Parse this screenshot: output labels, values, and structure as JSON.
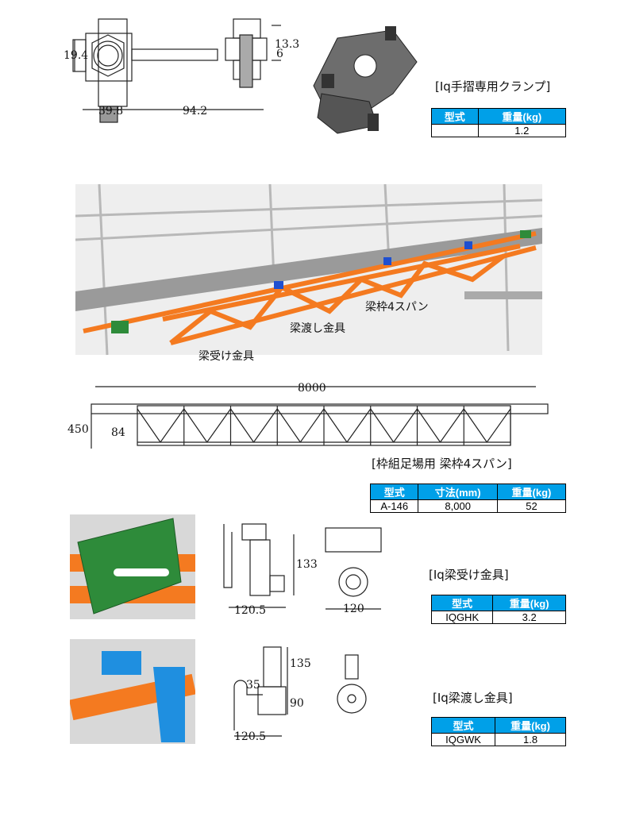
{
  "clamp": {
    "title": "[Iq手摺専用クランプ]",
    "dims": {
      "d1": "19.4",
      "d2": "13.3",
      "d3": "6",
      "d4": "39.8",
      "d5": "94.2"
    },
    "headers": [
      "型式",
      "重量(kg)"
    ],
    "row": [
      "",
      "1.2"
    ]
  },
  "photo": {
    "labels": {
      "beam_frame": "梁枠4スパン",
      "bridge_fitting": "梁渡し金具",
      "receiver_fitting": "梁受け金具"
    }
  },
  "beam": {
    "title": "[枠組足場用 梁枠4スパン]",
    "dims": {
      "length": "8000",
      "height": "450",
      "end": "84"
    },
    "headers": [
      "型式",
      "寸法(mm)",
      "重量(kg)"
    ],
    "row": [
      "A-146",
      "8,000",
      "52"
    ]
  },
  "receiver": {
    "title": "[Iq梁受け金具]",
    "dims": {
      "h": "133",
      "w": "120.5",
      "w2": "120"
    },
    "headers": [
      "型式",
      "重量(kg)"
    ],
    "row": [
      "IQGHK",
      "3.2"
    ]
  },
  "bridge": {
    "title": "[Iq梁渡し金具]",
    "dims": {
      "h1": "135",
      "h2": "35",
      "h3": "90",
      "w": "120.5"
    },
    "headers": [
      "型式",
      "重量(kg)"
    ],
    "row": [
      "IQGWK",
      "1.8"
    ]
  },
  "colors": {
    "header": "#00a0e8",
    "orange": "#f47a20",
    "green": "#2e8b3a",
    "blue": "#1f8fe0"
  }
}
